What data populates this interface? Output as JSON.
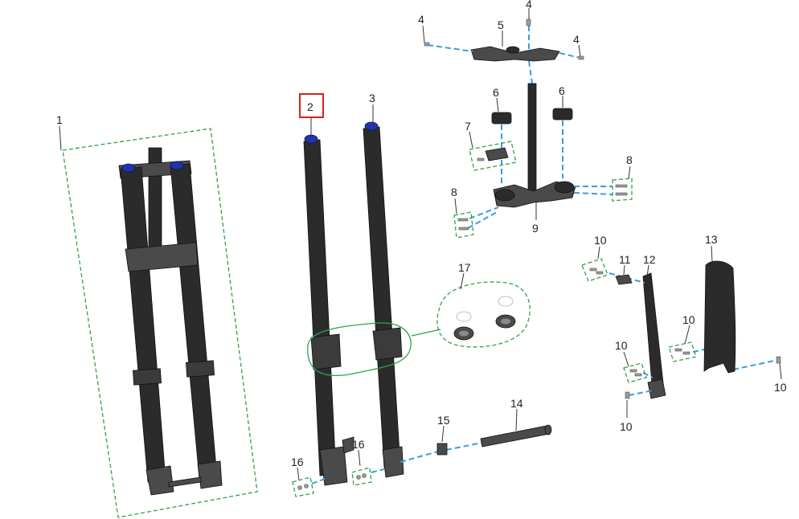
{
  "diagram": {
    "highlight_color": "#d62020",
    "group_box_color": "#2ea24a",
    "assembly_line_color": "#3d9be0",
    "callouts": {
      "c1": "1",
      "c2": "2",
      "c3": "3",
      "c4a": "4",
      "c4b": "4",
      "c4c": "4",
      "c5": "5",
      "c6a": "6",
      "c6b": "6",
      "c7": "7",
      "c8a": "8",
      "c8b": "8",
      "c9": "9",
      "c10a": "10",
      "c10b": "10",
      "c10c": "10",
      "c10d": "10",
      "c10e": "10",
      "c11": "11",
      "c12": "12",
      "c13": "13",
      "c14": "14",
      "c15": "15",
      "c16a": "16",
      "c16b": "16",
      "c17": "17"
    }
  }
}
